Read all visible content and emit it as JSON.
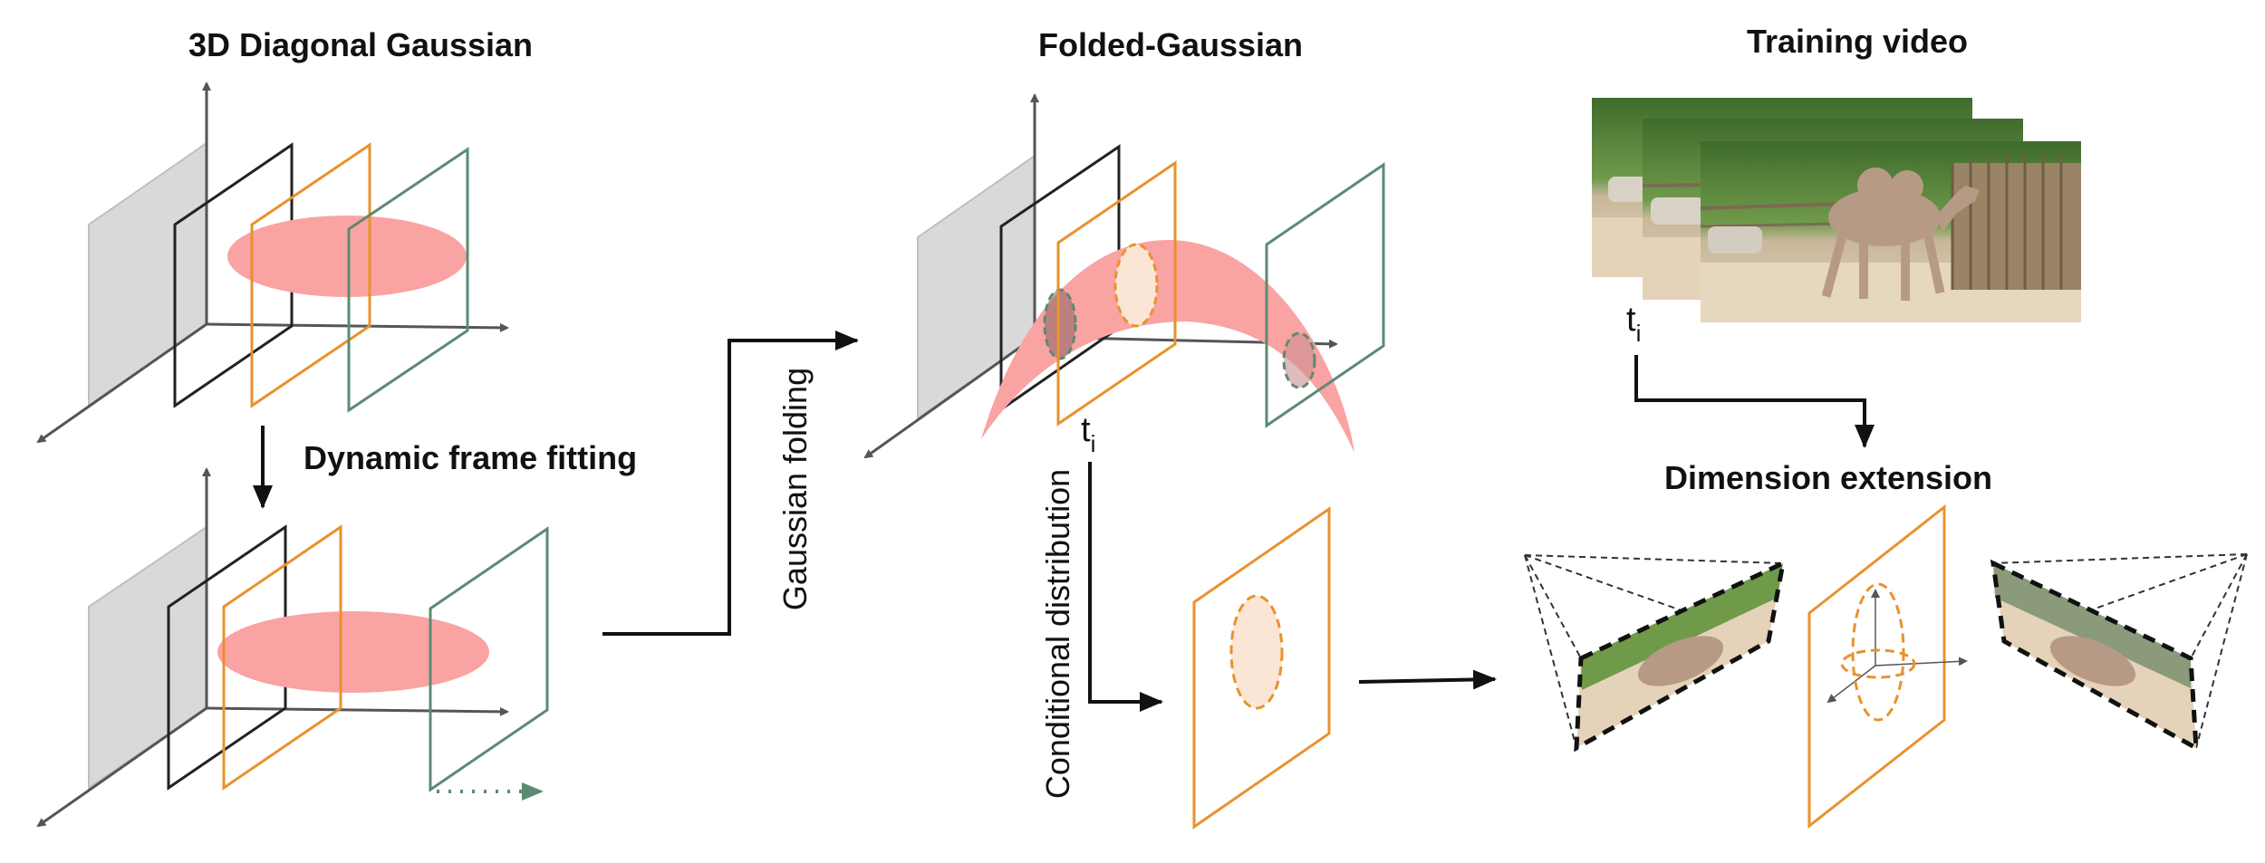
{
  "titles": {
    "diagonal": "3D Diagonal Gaussian",
    "folded": "Folded-Gaussian",
    "training": "Training video",
    "dimension": "Dimension extension"
  },
  "labels": {
    "dynamic_fitting": "Dynamic frame fitting",
    "gaussian_folding": "Gaussian folding",
    "conditional": "Conditional distribution"
  },
  "time_label": {
    "main": "t",
    "sub": "i"
  },
  "colors": {
    "gaussian": "#f9a3a3",
    "orange": "#e8922e",
    "green": "#5c8a73",
    "gray_plane": "#d9d9d9",
    "axis": "#555555",
    "arrow": "#111111",
    "ellipse_fill": "#fbe6d6"
  }
}
